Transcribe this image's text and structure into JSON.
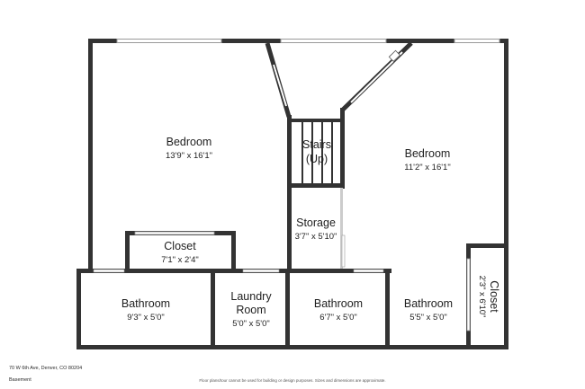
{
  "rooms": {
    "bedroom_left": {
      "name": "Bedroom",
      "dims": "13'9\" x 16'1\""
    },
    "stairs": {
      "name": "Stairs",
      "name2": "(Up)"
    },
    "bedroom_right": {
      "name": "Bedroom",
      "dims": "11'2\" x 16'1\""
    },
    "storage": {
      "name": "Storage",
      "dims": "3'7\" x 5'10\""
    },
    "closet_left": {
      "name": "Closet",
      "dims": "7'1\" x 2'4\""
    },
    "closet_right": {
      "name": "Closet",
      "dims": "2'3\" x 6'10\""
    },
    "bathroom_1": {
      "name": "Bathroom",
      "dims": "9'3\" x 5'0\""
    },
    "laundry": {
      "name": "Laundry",
      "name2": "Room",
      "dims": "5'0\" x 5'0\""
    },
    "bathroom_2": {
      "name": "Bathroom",
      "dims": "6'7\" x 5'0\""
    },
    "bathroom_3": {
      "name": "Bathroom",
      "dims": "5'5\" x 5'0\""
    }
  },
  "footer": {
    "address": "70 W 6th Ave, Denver, CO 80204",
    "level": "Basement",
    "disclaimer": "Floor plans/tour cannot be used for building or design purposes. Sizes and dimensions are approximate."
  },
  "colors": {
    "wall": "#333333",
    "window": "#9a9a9a",
    "background": "#ffffff"
  }
}
